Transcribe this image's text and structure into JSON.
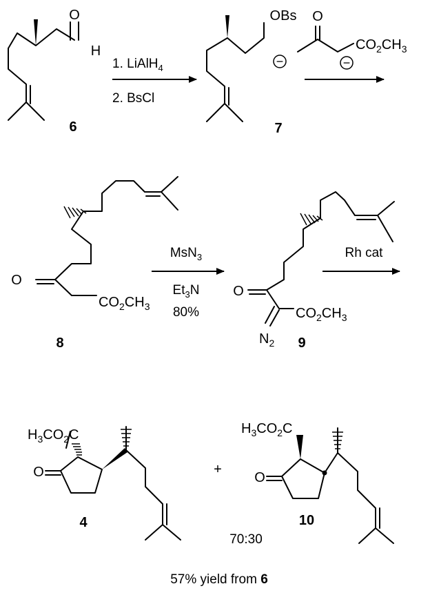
{
  "compounds": {
    "c6": {
      "number": "6",
      "aldehyde_O": "O",
      "aldehyde_H": "H"
    },
    "c7": {
      "number": "7",
      "leaving_group": "OBs"
    },
    "reagent_dianion": {
      "ketone_O": "O",
      "ester_main": "CO",
      "ester_sub": "2",
      "ester_tail": "CH",
      "ester_tail_sub": "3",
      "charge_symbol": "−"
    },
    "c8": {
      "number": "8",
      "ketone_O": "O",
      "ester_main": "CO",
      "ester_sub": "2",
      "ester_tail": "CH",
      "ester_tail_sub": "3"
    },
    "c9": {
      "number": "9",
      "ketone_O": "O",
      "ester_main": "CO",
      "ester_sub": "2",
      "ester_tail": "CH",
      "ester_tail_sub": "3",
      "diazo_main": "N",
      "diazo_sub": "2"
    },
    "c4": {
      "number": "4",
      "ester_H": "H",
      "ester_H_sub": "3",
      "ester_main": "CO",
      "ester_sub": "2",
      "ester_tail": "C",
      "ketone_O": "O"
    },
    "c10": {
      "number": "10",
      "ester_H": "H",
      "ester_H_sub": "3",
      "ester_main": "CO",
      "ester_sub": "2",
      "ester_tail": "C",
      "ketone_O": "O"
    }
  },
  "conditions": {
    "step1_line1": "1. LiAlH",
    "step1_line1_sub": "4",
    "step1_line2": "2. BsCl",
    "step3_reagent1_main": "MsN",
    "step3_reagent1_sub": "3",
    "step3_reagent2_main": "Et",
    "step3_reagent2_sub": "3",
    "step3_reagent2_tail": "N",
    "step3_yield": "80%",
    "step4_reagent": "Rh cat"
  },
  "products": {
    "plus": "+",
    "ratio": "70:30",
    "yield_main": "57% yield from ",
    "yield_bold": "6"
  }
}
